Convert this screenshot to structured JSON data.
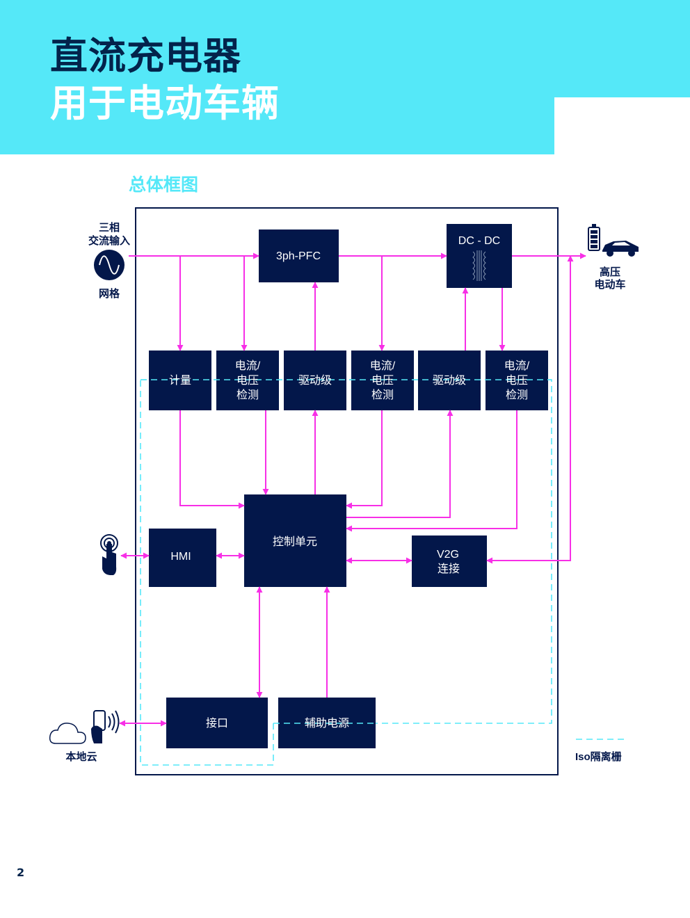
{
  "header": {
    "title_line1": "直流充电器",
    "title_line2": "用于电动车辆"
  },
  "section_title": "总体框图",
  "blocks": {
    "pfc": "3ph-PFC",
    "dcdc": "DC - DC",
    "metering": "计量",
    "sense1_l1": "电流/",
    "sense1_l2": "电压",
    "sense1_l3": "检测",
    "driver1": "驱动级",
    "sense2_l1": "电流/",
    "sense2_l2": "电压",
    "sense2_l3": "检测",
    "driver2": "驱动级",
    "sense3_l1": "电流/",
    "sense3_l2": "电压",
    "sense3_l3": "检测",
    "control": "控制单元",
    "hmi": "HMI",
    "v2g_l1": "V2G",
    "v2g_l2": "连接",
    "interface": "接口",
    "aux_power": "辅助电源"
  },
  "external": {
    "ac_input_l1": "三相",
    "ac_input_l2": "交流输入",
    "grid": "网格",
    "hv_ev_l1": "高压",
    "hv_ev_l2": "电动车",
    "cloud": "本地云"
  },
  "legend": {
    "iso_barrier": "Iso隔离栅"
  },
  "page_number": "2",
  "colors": {
    "header_bg": "#55e8f8",
    "title_dark": "#03234b",
    "block_fill": "#03174a",
    "arrow": "#f72fe6",
    "isolation": "#55e8f8"
  },
  "icons": [
    "sine-wave-icon",
    "battery-icon",
    "car-icon",
    "touch-hand-icon",
    "cloud-icon",
    "phone-signal-icon",
    "transformer-icon"
  ]
}
